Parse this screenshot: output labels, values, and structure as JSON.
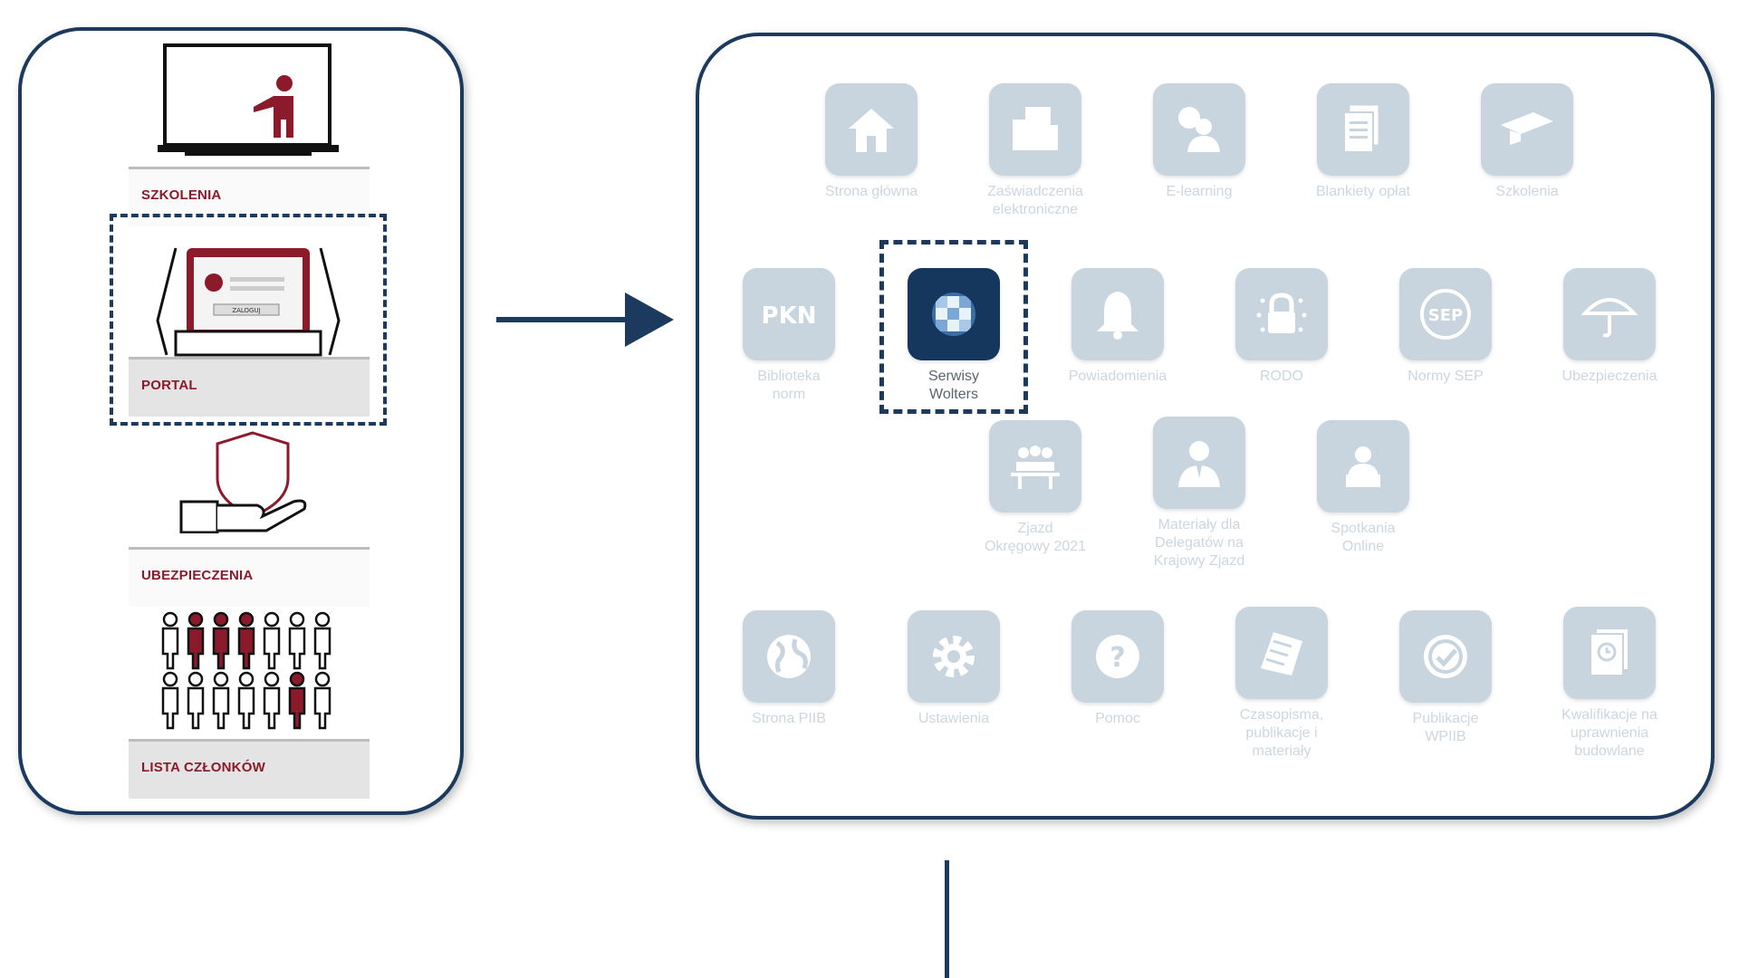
{
  "left_menu": {
    "items": [
      {
        "label": "SZKOLENIA",
        "icon": "presentation-icon"
      },
      {
        "label": "PORTAL",
        "icon": "tablet-login-icon"
      },
      {
        "label": "UBEZPIECZENIA",
        "icon": "shield-hand-icon"
      },
      {
        "label": "LISTA CZŁONKÓW",
        "icon": "people-group-icon"
      }
    ],
    "selected": "PORTAL"
  },
  "tablet_button": "ZALOGUJ",
  "portal_tiles": [
    {
      "label": "Strona główna",
      "icon": "home-icon"
    },
    {
      "label": "Zaświadczenia\nelektroniczne",
      "icon": "folder-icon"
    },
    {
      "label": "E-learning",
      "icon": "elearning-user-icon"
    },
    {
      "label": "Blankiety opłat",
      "icon": "documents-icon"
    },
    {
      "label": "Szkolenia",
      "icon": "graduation-cap-icon"
    },
    {
      "label": "Biblioteka\nnorm",
      "icon": "pkn-logo-icon",
      "logo_text": "PKN"
    },
    {
      "label": "Serwisy\nWolters",
      "icon": "wolters-globe-icon"
    },
    {
      "label": "Powiadomienia",
      "icon": "bell-icon"
    },
    {
      "label": "RODO",
      "icon": "lock-stars-icon"
    },
    {
      "label": "Normy SEP",
      "icon": "sep-logo-icon",
      "logo_text": "SEP"
    },
    {
      "label": "Ubezpieczenia",
      "icon": "umbrella-icon"
    },
    {
      "label": "Zjazd\nOkręgowy 2021",
      "icon": "meeting-icon"
    },
    {
      "label": "Materiały dla\nDelegatów na\nKrajowy Zjazd",
      "icon": "delegate-icon"
    },
    {
      "label": "Spotkania\nOnline",
      "icon": "online-meeting-icon"
    },
    {
      "label": "Strona PIIB",
      "icon": "globe-icon"
    },
    {
      "label": "Ustawienia",
      "icon": "gear-icon"
    },
    {
      "label": "Pomoc",
      "icon": "help-icon"
    },
    {
      "label": "Czasopisma,\npublikacje i\nmateriały",
      "icon": "magazine-icon"
    },
    {
      "label": "Publikacje\nWPIIB",
      "icon": "check-badge-icon"
    },
    {
      "label": "Kwalifikacje na\nuprawnienia\nbudowlane",
      "icon": "certificate-icon"
    }
  ],
  "active_tile": "Serwisy\nWolters",
  "colors": {
    "frame": "#1b3a5e",
    "accent_red": "#8b1a2b",
    "tile_inactive": "#c8d4de",
    "tile_active": "#15375d"
  }
}
